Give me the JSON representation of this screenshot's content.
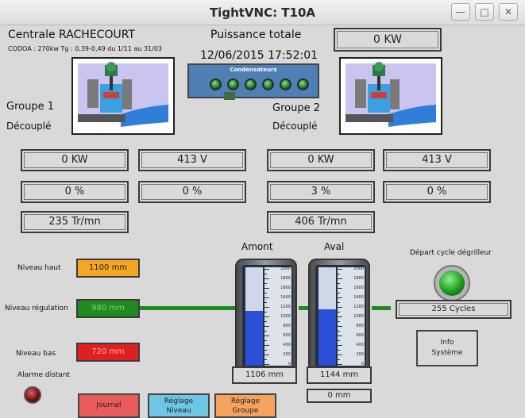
{
  "window": {
    "title": "TightVNC: T10A"
  },
  "header": {
    "station": "Centrale RACHECOURT",
    "info": "CODOA : 270kw Tg : 0,39-0,49 du 1/11 au 31/03",
    "total_label": "Puissance totale",
    "datetime": "12/06/2015 17:52:01",
    "total_value": "0 KW",
    "condensers_label": "Condensateurs"
  },
  "groupe1": {
    "name": "Groupe 1",
    "state": "Découplé",
    "power": "0 KW",
    "voltage": "413 V",
    "pct_a": "0 %",
    "pct_b": "0 %",
    "speed": "235 Tr/mn"
  },
  "groupe2": {
    "name": "Groupe 2",
    "state": "Découplé",
    "power": "0 KW",
    "voltage": "413 V",
    "pct_a": "3 %",
    "pct_b": "0 %",
    "speed": "406 Tr/mn"
  },
  "levels": {
    "haut_label": "Niveau haut",
    "haut_value": "1100 mm",
    "haut_color": "#f5a623",
    "reg_label": "Niveau régulation",
    "reg_value": "980 mm",
    "reg_color": "#1f8a1f",
    "bas_label": "Niveau bas",
    "bas_value": "720 mm",
    "bas_color": "#e02020"
  },
  "gauges": {
    "amont_label": "Amont",
    "amont_value": "1106 mm",
    "amont_level_mm": 1106,
    "aval_label": "Aval",
    "aval_value": "1144 mm",
    "aval_level_mm": 1144,
    "aval_extra": "0 mm",
    "scale_max": 2000,
    "ticks": [
      "2000",
      "1800",
      "1600",
      "1400",
      "1200",
      "1000",
      "800",
      "600",
      "400",
      "200",
      "0"
    ]
  },
  "degrilleur": {
    "label": "Départ cycle dégrilleur",
    "cycles": "255 Cycles"
  },
  "alarm": {
    "label": "Alarme distant"
  },
  "buttons": {
    "info_line1": "Info",
    "info_line2": "Système",
    "journal": "Journal",
    "reglage_niveau_1": "Réglage",
    "reglage_niveau_2": "Niveau",
    "reglage_groupe_1": "Réglage",
    "reglage_groupe_2": "Groupe"
  },
  "icons": {
    "minimize": "minimize-icon",
    "maximize": "maximize-icon",
    "close": "close-icon"
  }
}
